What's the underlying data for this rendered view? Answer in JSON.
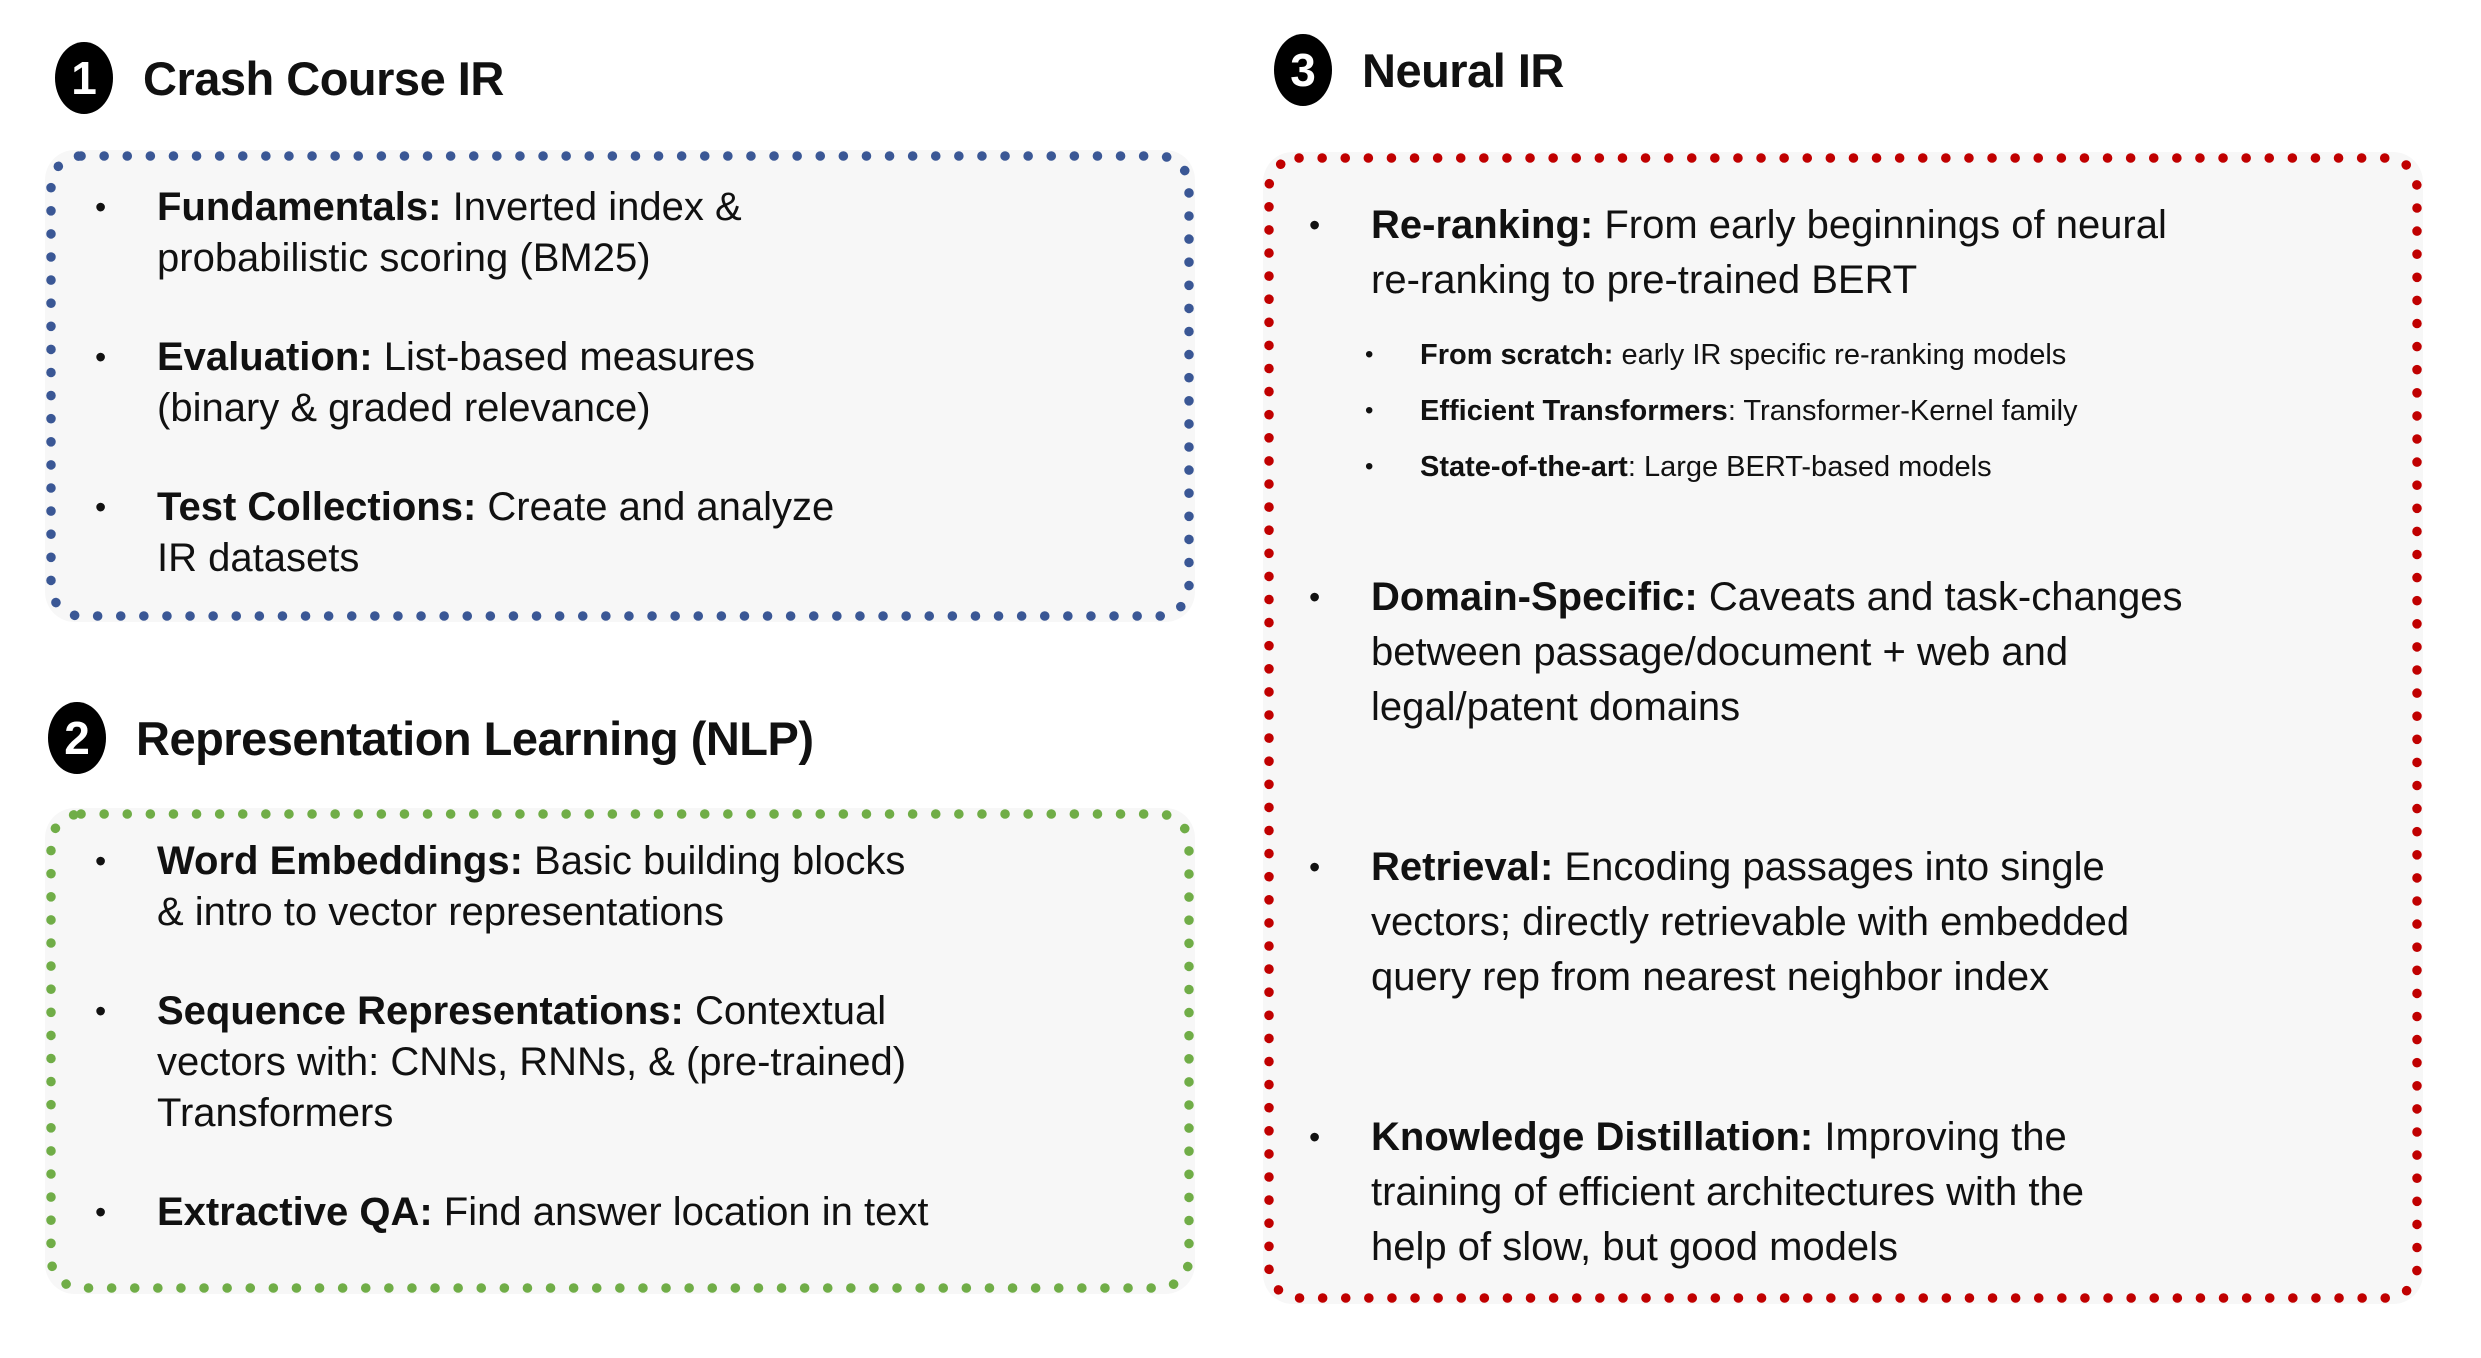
{
  "slide": {
    "background": "#ffffff",
    "box_fill": "#f7f7f7",
    "text_color": "#111111"
  },
  "sections": [
    {
      "number": "1",
      "title": "Crash Course IR",
      "accent": "#3A5795",
      "bullets": [
        {
          "label": "Fundamentals:",
          "text": " Inverted index &\nprobabilistic scoring (BM25)"
        },
        {
          "label": "Evaluation:",
          "text": " List-based measures\n(binary & graded relevance)"
        },
        {
          "label": "Test Collections:",
          "text": " Create and analyze\nIR datasets"
        }
      ]
    },
    {
      "number": "2",
      "title": "Representation Learning (NLP)",
      "accent": "#70AD47",
      "bullets": [
        {
          "label": "Word Embeddings:",
          "text": " Basic building blocks\n& intro to vector representations"
        },
        {
          "label": "Sequence Representations:",
          "text": " Contextual\nvectors with: CNNs, RNNs, & (pre-trained)\nTransformers"
        },
        {
          "label": "Extractive QA:",
          "text": " Find answer location in text"
        }
      ]
    },
    {
      "number": "3",
      "title": "Neural IR",
      "accent": "#C00000",
      "bullets": [
        {
          "label": "Re-ranking:",
          "text": " From early beginnings of neural\nre-ranking to pre-trained BERT"
        },
        {
          "label": "Domain-Specific:",
          "text": " Caveats and task-changes\nbetween passage/document + web and\nlegal/patent domains"
        },
        {
          "label": "Retrieval:",
          "text": " Encoding passages into single\nvectors; directly retrievable with embedded\nquery rep from nearest neighbor index"
        },
        {
          "label": "Knowledge Distillation:",
          "text": " Improving the\ntraining of efficient architectures with the\nhelp of slow, but good models"
        }
      ],
      "sub_bullets": [
        {
          "label": "From scratch:",
          "text": " early IR specific re-ranking models"
        },
        {
          "label": "Efficient Transformers",
          "text": ": Transformer-Kernel family"
        },
        {
          "label": "State-of-the-art",
          "text": ": Large BERT-based models"
        }
      ]
    }
  ]
}
